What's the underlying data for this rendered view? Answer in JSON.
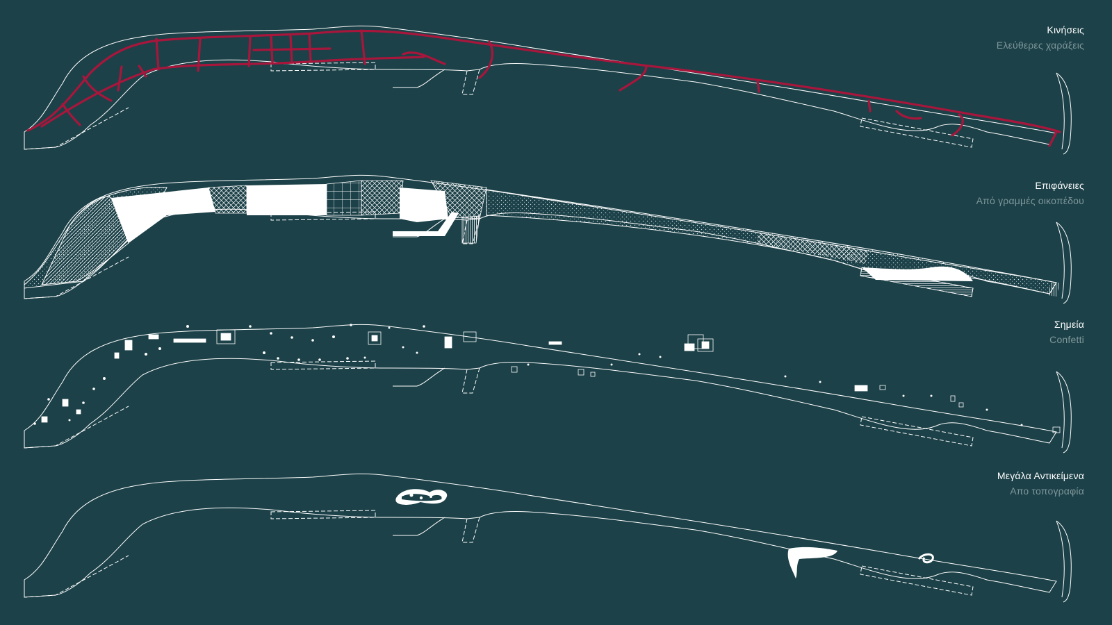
{
  "colors": {
    "background": "#1c4148",
    "outline": "#ffffff",
    "movement": "#a8163c",
    "subtitle": "#7f979b"
  },
  "panels": [
    {
      "title": "Κινήσεις",
      "subtitle": "Ελεύθερες χαράξεις"
    },
    {
      "title": "Επιφάνειες",
      "subtitle": "Από γραμμές οικοπέδου"
    },
    {
      "title": "Σημεία",
      "subtitle": "Confetti"
    },
    {
      "title": "Μεγάλα Αντικείμενα",
      "subtitle": "Απο τοπογραφία"
    }
  ]
}
